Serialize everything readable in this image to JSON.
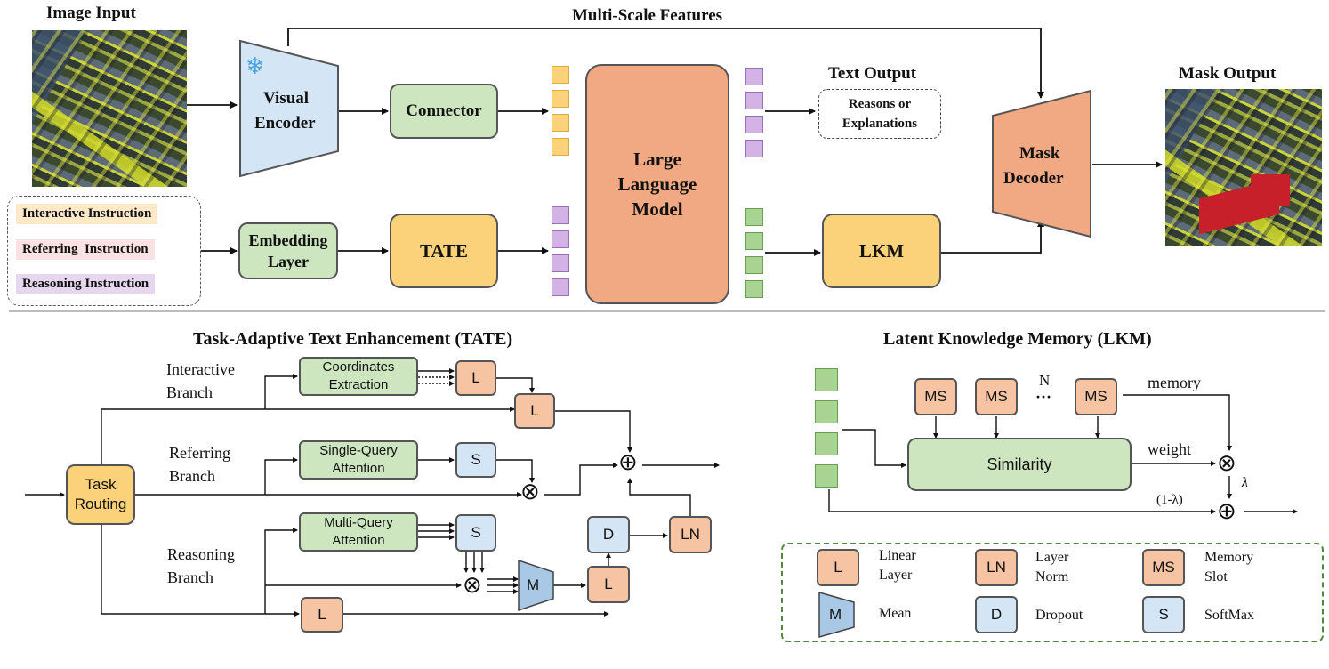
{
  "top": {
    "image_input_title": "Image Input",
    "multi_scale_label": "Multi-Scale Features",
    "visual_encoder": [
      "Visual",
      "Encoder"
    ],
    "connector": "Connector",
    "llm": [
      "Large",
      "Language",
      "Model"
    ],
    "text_output_title": "Text Output",
    "text_output_box": [
      "Reasons or",
      "Explanations"
    ],
    "mask_decoder": [
      "Mask",
      "Decoder"
    ],
    "mask_output_title": "Mask Output",
    "instructions": [
      "Interactive Instruction",
      "Referring  Instruction",
      "Reasoning Instruction"
    ],
    "embedding_layer": [
      "Embedding",
      "Layer"
    ],
    "tate": "TATE",
    "lkm": "LKM",
    "snowflake": "❄"
  },
  "tate_panel": {
    "title": "Task-Adaptive Text Enhancement (TATE)",
    "task_routing": [
      "Task",
      "Routing"
    ],
    "interactive_branch": [
      "Interactive",
      "Branch"
    ],
    "referring_branch": [
      "Referring",
      "Branch"
    ],
    "reasoning_branch": [
      "Reasoning",
      "Branch"
    ],
    "coordinates_extraction": [
      "Coordinates",
      "Extraction"
    ],
    "single_query_attention": [
      "Single-Query",
      "Attention"
    ],
    "multi_query_attention": [
      "Multi-Query",
      "Attention"
    ],
    "L": "L",
    "S": "S",
    "D": "D",
    "LN": "LN",
    "M": "M",
    "plus": "⊕",
    "times": "⊗"
  },
  "lkm_panel": {
    "title": "Latent Knowledge Memory (LKM)",
    "ms": "MS",
    "n": "N",
    "dots": "···",
    "memory": "memory",
    "weight": "weight",
    "similarity": "Similarity",
    "lambda": "λ",
    "one_minus_lambda": "(1-λ)"
  },
  "legend": [
    {
      "symbol": "L",
      "label": [
        "Linear",
        "Layer"
      ]
    },
    {
      "symbol": "LN",
      "label": [
        "Layer",
        "Norm"
      ]
    },
    {
      "symbol": "MS",
      "label": [
        "Memory",
        "Slot"
      ]
    },
    {
      "symbol": "M",
      "label": [
        "Mean"
      ]
    },
    {
      "symbol": "D",
      "label": [
        "Dropout"
      ]
    },
    {
      "symbol": "S",
      "label": [
        "SoftMax"
      ]
    }
  ],
  "colors": {
    "orange_fill": "#f6c3a3",
    "orange_dark": "#ef9f72",
    "gold": "#fbd27a",
    "green": "#cde6c0",
    "blue": "#d4e5f5",
    "purple": "#d3b3e6",
    "panel_bg": "#fbf8f3",
    "branch_bg": "#eef2f6",
    "legend_border": "#4f8a3c"
  }
}
